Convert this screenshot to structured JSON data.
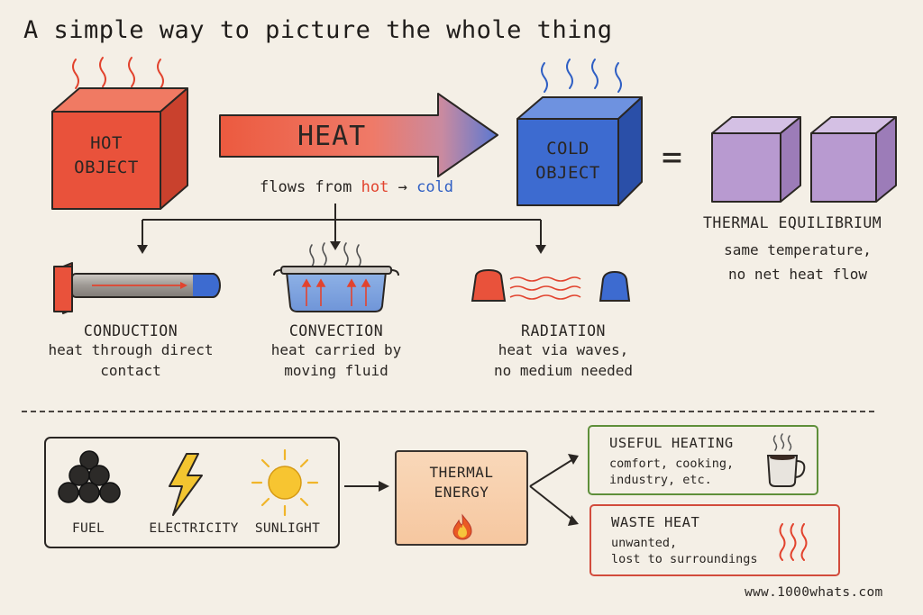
{
  "title": "A simple way to picture the whole thing",
  "hot_object": {
    "line1": "HOT",
    "line2": "OBJECT"
  },
  "heat_arrow": {
    "label": "HEAT",
    "flows_prefix": "flows from",
    "hot_word": "hot",
    "arrow_glyph": "→",
    "cold_word": "cold"
  },
  "cold_object": {
    "line1": "COLD",
    "line2": "OBJECT"
  },
  "equals_sign": "=",
  "equilibrium": {
    "title": "THERMAL EQUILIBRIUM",
    "line1": "same temperature,",
    "line2": "no net heat flow"
  },
  "modes": [
    {
      "title": "CONDUCTION",
      "line1": "heat through direct",
      "line2": "contact"
    },
    {
      "title": "CONVECTION",
      "line1": "heat carried by",
      "line2": "moving fluid"
    },
    {
      "title": "RADIATION",
      "line1": "heat via waves,",
      "line2": "no medium needed"
    }
  ],
  "sources": {
    "fuel": "FUEL",
    "electricity": "ELECTRICITY",
    "sunlight": "SUNLIGHT"
  },
  "thermal_energy": {
    "line1": "THERMAL",
    "line2": "ENERGY"
  },
  "useful_heating": {
    "title": "USEFUL HEATING",
    "line1": "comfort, cooking,",
    "line2": "industry, etc."
  },
  "waste_heat": {
    "title": "WASTE HEAT",
    "line1": "unwanted,",
    "line2": "lost to surroundings"
  },
  "credit": "www.1000whats.com",
  "colors": {
    "hot": "#e2432e",
    "cold": "#2f5fc4",
    "equilibrium": "#b89ad0",
    "useful_border": "#5e8f3a",
    "waste_border": "#d24b3c",
    "energy_fill": "#f7cda9",
    "background": "#f4efe6"
  }
}
